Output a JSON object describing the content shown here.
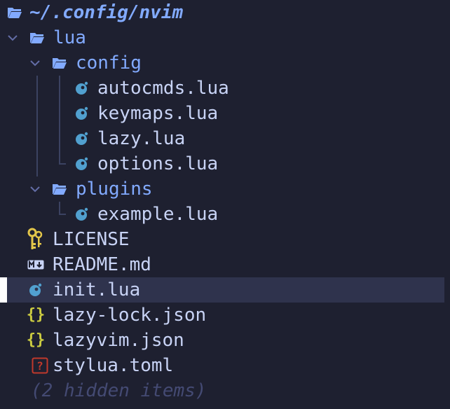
{
  "root": {
    "label": "~/.config/nvim",
    "icon": "folder-open-icon"
  },
  "tree": [
    {
      "label": "lua",
      "kind": "dir",
      "expanded": true
    },
    {
      "label": "config",
      "kind": "dir",
      "expanded": true
    },
    {
      "label": "autocmds.lua",
      "kind": "lua"
    },
    {
      "label": "keymaps.lua",
      "kind": "lua"
    },
    {
      "label": "lazy.lua",
      "kind": "lua"
    },
    {
      "label": "options.lua",
      "kind": "lua"
    },
    {
      "label": "plugins",
      "kind": "dir",
      "expanded": true
    },
    {
      "label": "example.lua",
      "kind": "lua"
    },
    {
      "label": "LICENSE",
      "kind": "license"
    },
    {
      "label": "README.md",
      "kind": "markdown"
    },
    {
      "label": "init.lua",
      "kind": "lua",
      "selected": true
    },
    {
      "label": "lazy-lock.json",
      "kind": "json"
    },
    {
      "label": "lazyvim.json",
      "kind": "json"
    },
    {
      "label": "stylua.toml",
      "kind": "toml"
    }
  ],
  "hidden_items_note": "(2 hidden items)",
  "colors": {
    "background": "#1e2030",
    "selection": "#2f334d",
    "directory": "#82aaff",
    "file_text": "#c8d3f5",
    "lua_icon": "#51a0cf",
    "json_icon": "#cbcb41",
    "license_icon": "#e3c64a",
    "toml_icon": "#c0392b",
    "muted": "#444a73"
  }
}
